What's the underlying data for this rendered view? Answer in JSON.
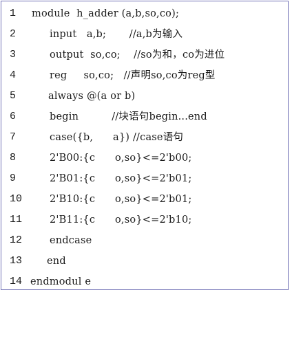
{
  "lines": [
    {
      "number": "1",
      "text": "module  h_adder (a,b,so,co);"
    },
    {
      "number": "2",
      "text": "input   a,b;       //a,b为输入"
    },
    {
      "number": "3",
      "text": "output  so,co;    //so为和，co为进位"
    },
    {
      "number": "4",
      "text": "reg     so,co;   //声明so,co为reg型"
    },
    {
      "number": "5",
      "text": "always @(a or b)"
    },
    {
      "number": "6",
      "text": "begin          //块语句begin...end"
    },
    {
      "number": "7",
      "text": "case({b,      a}) //case语句"
    },
    {
      "number": "8",
      "text": "2'B00:{c      o,so}<=2'b00;"
    },
    {
      "number": "9",
      "text": "2'B01:{c      o,so}<=2'b01;"
    },
    {
      "number": "10",
      "text": "2'B10:{c      o,so}<=2'b01;"
    },
    {
      "number": "11",
      "text": "2'B11:{c      o,so}<=2'b10;"
    },
    {
      "number": "12",
      "text": "endcase"
    },
    {
      "number": "13",
      "text": "end"
    },
    {
      "number": "14",
      "text": "endmodul e"
    }
  ]
}
